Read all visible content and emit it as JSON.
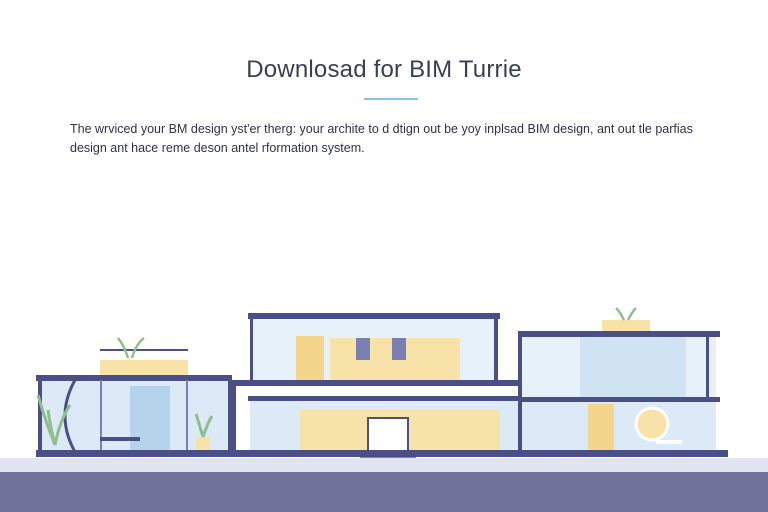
{
  "hero": {
    "title": "Downlosad for BIM Turrie",
    "description": "The wrviced your BM design yst'er therg: your archite to d dtign out be yoy inplsad BIM design, ant out tle parfias design ant hace reme deson antel rformation system."
  },
  "illustration": {
    "name": "modern-building-illustration",
    "colors": {
      "frame": "#4a4f86",
      "glass": "#cfe3f3",
      "glass_light": "#e6f1fa",
      "wall_warm": "#f7e3a8",
      "ground": "#6f739c",
      "ground_light": "#e3e4f1",
      "plant": "#8fbf8f"
    }
  }
}
